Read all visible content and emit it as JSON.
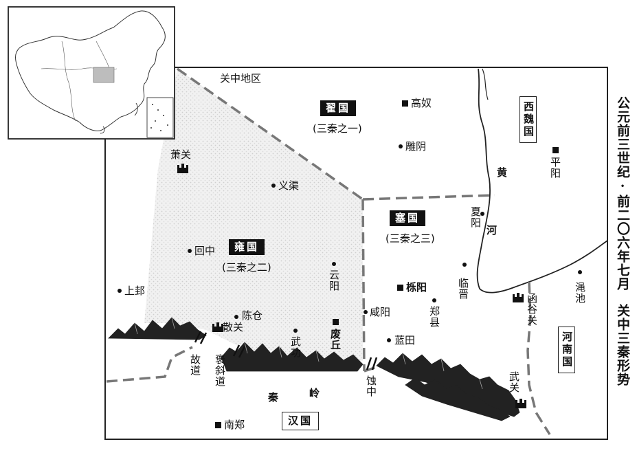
{
  "title": {
    "line1": "公元前三世纪·前二〇六年七月",
    "line2": "关中三秦形势"
  },
  "region_label": "关中地区",
  "states": {
    "zhai": {
      "name": "翟国",
      "sub": "(三秦之一)"
    },
    "yong": {
      "name": "雍国",
      "sub": "(三秦之二)"
    },
    "sai": {
      "name": "塞国",
      "sub": "(三秦之三)"
    },
    "han": {
      "name": "汉国"
    },
    "xiwei": {
      "name": "西魏国"
    },
    "henan": {
      "name": "河南国"
    }
  },
  "capitals": {
    "gaonu": "高奴",
    "yueyang": "栎阳",
    "feiqiu": "废丘",
    "nanzheng": "南郑",
    "pingyang": "平阳"
  },
  "towns": {
    "diaoyin": "雕阴",
    "yiqu": "义渠",
    "huizhong": "回中",
    "shanggui": "上邽",
    "chencang": "陈仓",
    "wugong": "武功",
    "yunyang": "云阳",
    "xianyang": "咸阳",
    "lantian": "蓝田",
    "zhengxian": "郑县",
    "linjin": "临晋",
    "xiayang": "夏阳",
    "mianchi": "渑池"
  },
  "passes": {
    "xiaoguan": "萧关",
    "sanguan": "散关",
    "hanguguan": "函谷关",
    "wuguan": "武关"
  },
  "roads": {
    "gudao": "故道",
    "baoxiedao": "褒斜道",
    "ziwu": "蚀中"
  },
  "features": {
    "qinling": [
      "秦",
      "岭"
    ],
    "huanghe": [
      "黄",
      "河"
    ]
  },
  "colors": {
    "ink": "#111111",
    "border_dash": "#777777",
    "yong_shade": "#e4e4e4",
    "inset_shade": "#bdbdbd"
  }
}
